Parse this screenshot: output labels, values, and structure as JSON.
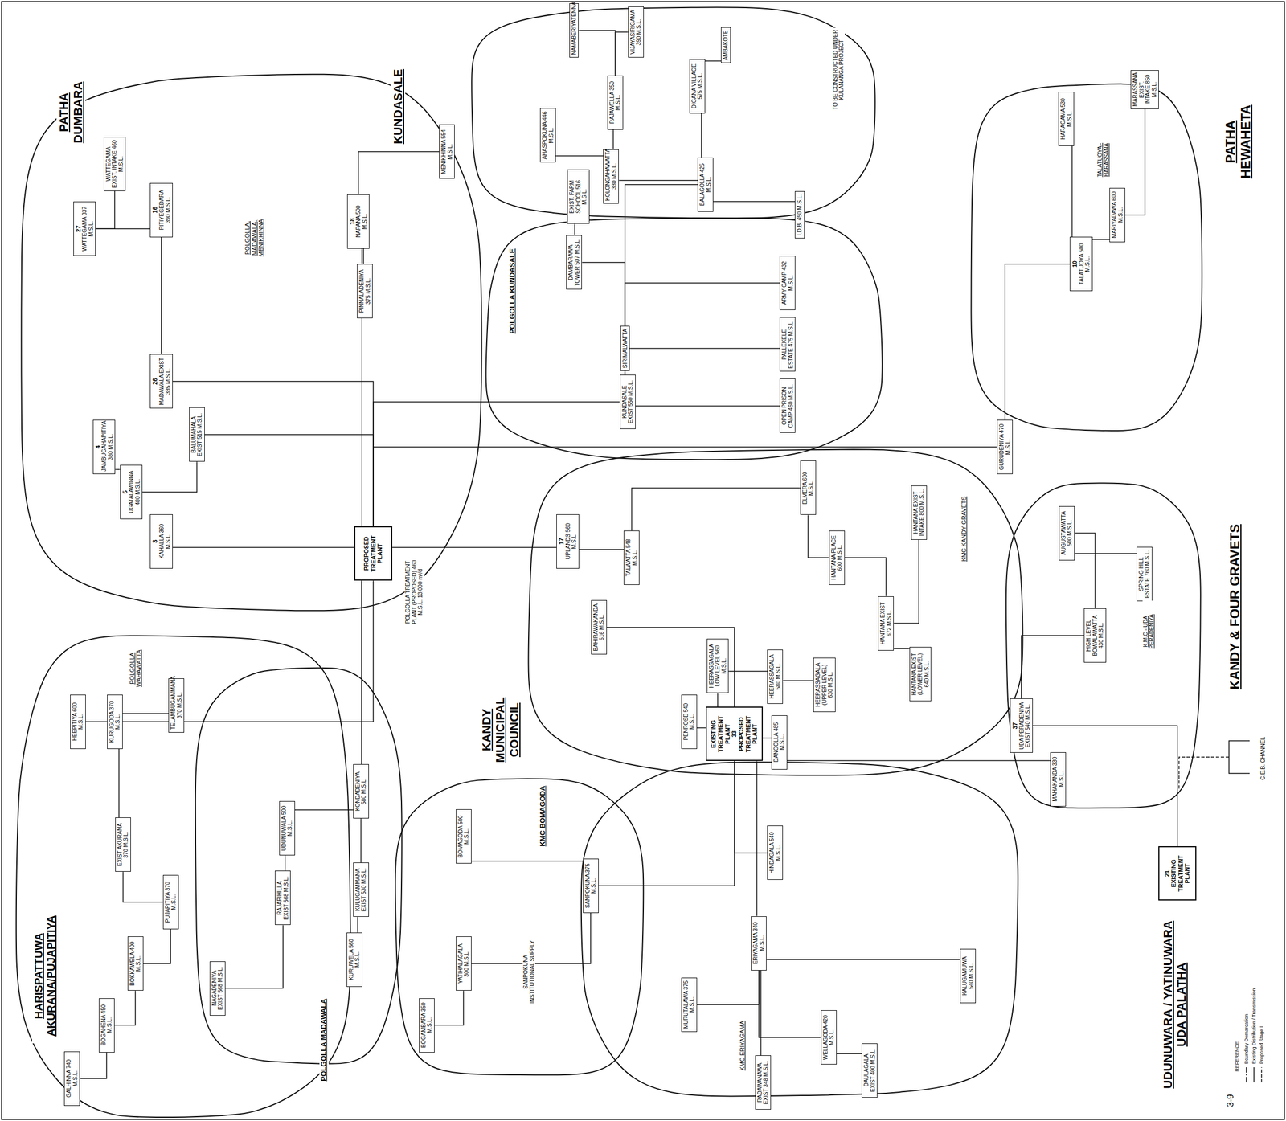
{
  "diagram": {
    "nodes": [
      {
        "text": [
          "PATHA DUMBARA"
        ]
      },
      {
        "text": [
          "27",
          "WATTEGAMA 337 M.S.L."
        ],
        "in": 0
      },
      {
        "text": [
          "WATTEGAMA EXIST. INTAKE 460 M.S.L."
        ],
        "in": 0
      },
      {
        "text": [
          "16",
          "PITIYEGEDARA 390 M.S.L."
        ],
        "in": 0
      },
      {
        "text": [
          "26",
          "MADAWALA EXIST 335 M.S.L."
        ],
        "in": 0
      },
      {
        "text": [
          "4",
          "JAMBUGAHAPITIYA 380 M.S.L."
        ],
        "in": 0
      },
      {
        "text": [
          "5",
          "UGATALAWINNA 480 M.S.L."
        ],
        "in": 0
      },
      {
        "text": [
          "BALUMAHALA EXIST 515 M.S.L."
        ],
        "in": 0
      },
      {
        "text": [
          "3",
          "KAHALLA 360 M.S.L."
        ],
        "in": 0
      },
      {
        "text": [
          "18",
          "NAPANA 500 M.S.L."
        ],
        "in": 0
      },
      {
        "text": [
          "PINNALADENIYA 375 M.S.L."
        ],
        "in": 0
      },
      {
        "text": [
          "MENIKHINNA 554 M.S.L."
        ],
        "in": 0
      },
      {
        "text": [
          "PROPOSED TREATMENT PLANT"
        ]
      },
      {
        "text": [
          "KUNDASALE"
        ]
      },
      {
        "text": [
          "NAMABERIYATENNA"
        ],
        "in": 13
      },
      {
        "text": [
          "VIJAYASIRIGAMA 390 M.S.L."
        ],
        "in": 13
      },
      {
        "text": [
          "RAJAWELLA 350 M.S.L."
        ],
        "in": 13
      },
      {
        "text": [
          "DIGANA VILLAGE 575 M.S.L."
        ],
        "in": 13
      },
      {
        "text": [
          "AMBAKOTE"
        ],
        "in": 13
      },
      {
        "text": [
          "AHASPOKUNA 446 M.S.L."
        ],
        "in": 13
      },
      {
        "text": [
          "KOLONGAHAWATTA 330 M.S.L."
        ],
        "in": 13
      },
      {
        "text": [
          "BALAGOLLA 425 M.S.L."
        ],
        "in": 13
      },
      {
        "text": [
          "I.D.B. 450 M.S.L."
        ],
        "in": 13
      },
      {
        "text": [
          "EXIST. FARM SCHOOL 516 M.S.L."
        ],
        "in": 13
      },
      {
        "text": [
          "POLGOLLA KUNDASALE"
        ]
      },
      {
        "text": [
          "DAMBARAWA TOWER 507 M.S.L."
        ],
        "in": 24
      },
      {
        "text": [
          "SIRIMALWATTA"
        ],
        "in": 24
      },
      {
        "text": [
          "KUNDASALE EXIST 550 M.S.L."
        ],
        "in": 24
      },
      {
        "text": [
          "ARMY CAMP 432 M.S.L."
        ],
        "in": 24
      },
      {
        "text": [
          "PALLEKELE ESTATE 475 M.S.L."
        ],
        "in": 24
      },
      {
        "text": [
          "OPEN PRISON CAMP 460 M.S.L."
        ],
        "in": 24
      },
      {
        "text": [
          "PATHA HEWAHETA"
        ]
      },
      {
        "text": [
          "HARAGAMA 530 M.S.L."
        ],
        "in": 31
      },
      {
        "text": [
          "MARASSANA EXIST. INTAKE 850 M.S.L."
        ],
        "in": 31
      },
      {
        "text": [
          "MARIYADAWA 600 M.S.L."
        ],
        "in": 31
      },
      {
        "text": [
          "10",
          "TALATUOYA 500 M.S.L."
        ],
        "in": 31
      },
      {
        "text": [
          "GURUDENIYA 470 M.S.L."
        ]
      },
      {
        "text": [
          "KANDY MUNICIPAL COUNCIL"
        ]
      },
      {
        "text": [
          "17",
          "UPLANDS 560 M.S.L."
        ],
        "in": 37
      },
      {
        "text": [
          "BAHIRAWAKANDA 616 M.S.L."
        ],
        "in": 37
      },
      {
        "text": [
          "TALWATTA 548 M.S.L."
        ],
        "in": 37
      },
      {
        "text": [
          "ELMERA 600 M.S.L."
        ],
        "in": 37
      },
      {
        "text": [
          "HANTANA PLACE 600 M.S.L."
        ],
        "in": 37
      },
      {
        "text": [
          "HANTANA EXIST INTAKE 800 M.S.L."
        ],
        "in": 37
      },
      {
        "text": [
          "HANTANA EXIST 672 M.S.L."
        ],
        "in": 37
      },
      {
        "text": [
          "HANTANA EXIST (LOWER LEVEL) 640 M.S.L."
        ],
        "in": 37
      },
      {
        "text": [
          "HEERASSAGALA (UPPER LEVEL) 630 M.S.L."
        ],
        "in": 37
      },
      {
        "text": [
          "HEERASSAGALA 580 M.S.L."
        ],
        "in": 37
      },
      {
        "text": [
          "HEERASSAGALA LOW LEVEL 560 M.S.L."
        ],
        "in": 37
      },
      {
        "text": [
          "PENROSE 540 M.S.L."
        ],
        "in": 37
      },
      {
        "text": [
          "EXISTING TREATMENT PLANT",
          "33",
          "PROPOSED TREATMENT PLANT"
        ],
        "in": 37
      },
      {
        "text": [
          "DANGOLLA 485 M.S.L."
        ],
        "in": 37
      },
      {
        "text": [
          "KANDY & FOUR GRAVETS"
        ]
      },
      {
        "text": [
          "AUGUSTAWATTA 500 M.S.L."
        ],
        "in": 52
      },
      {
        "text": [
          "SPRING HILL ESTATE 760 M.S.L."
        ],
        "in": 52
      },
      {
        "text": [
          "HIGH LEVEL BOWALAWATTA 430 M.S.L."
        ],
        "in": 52
      },
      {
        "text": [
          "37",
          "UDA PERADENIYA EXIST 540 M.S.L."
        ],
        "in": 52
      },
      {
        "text": [
          "MAHAKANDA 330 M.S.L."
        ],
        "in": 52
      },
      {
        "text": [
          "21",
          "EXISTING TREATMENT PLANT"
        ]
      },
      {
        "text": [
          "UDUNUWARA / YATINUWARA UDA PALATHA"
        ]
      },
      {
        "text": [
          "HINDAGALA 540 M.S.L."
        ],
        "in": 59
      },
      {
        "text": [
          "ERIYAGAMA 340 M.S.L."
        ],
        "in": 59
      },
      {
        "text": [
          "MURUTALAWA 375 M.S.L."
        ],
        "in": 59
      },
      {
        "text": [
          "RADAWANAWA EXIST 348 M.S.L."
        ],
        "in": 59
      },
      {
        "text": [
          "WELLAGODA 420 M.S.L."
        ],
        "in": 59
      },
      {
        "text": [
          "DAULAGALA EXIST 400 M.S.L."
        ],
        "in": 59
      },
      {
        "text": [
          "KALUGAMUWA 540 M.S.L."
        ],
        "in": 59
      },
      {
        "text": [
          "HARISPATTUWA AKURANA/PUJAPITIYA"
        ]
      },
      {
        "text": [
          "HEEPITIYA 600 M.S.L."
        ],
        "in": 67
      },
      {
        "text": [
          "KURUGODA 370 M.S.L."
        ],
        "in": 67
      },
      {
        "text": [
          "TELAMBUGAMMANA 370 M.S.L."
        ],
        "in": 67
      },
      {
        "text": [
          "EXIST AKURANA 370 M.S.L."
        ],
        "in": 67
      },
      {
        "text": [
          "PUJAPITIYA 370 M.S.L."
        ],
        "in": 67
      },
      {
        "text": [
          "BOKKAWELA 400 M.S.L."
        ],
        "in": 67
      },
      {
        "text": [
          "BOGAHENA 450 M.S.L."
        ],
        "in": 67
      },
      {
        "text": [
          "GALHINNA 740 M.S.L."
        ],
        "in": 67
      },
      {
        "text": [
          "POLGOLLA MADAWALA"
        ]
      },
      {
        "text": [
          "KONDADENIYA 580 M.S.L."
        ],
        "in": 76
      },
      {
        "text": [
          "UDUNUWALA 500 M.S.L."
        ],
        "in": 76
      },
      {
        "text": [
          "RAJAPIHILLA EXIST 568 M.S.L."
        ],
        "in": 76
      },
      {
        "text": [
          "KULUGAMMANA EXIST 530 M.S.L."
        ],
        "in": 76
      },
      {
        "text": [
          "KURUWELA 560 M.S.L."
        ],
        "in": 76
      },
      {
        "text": [
          "NAGADENIYA EXIST 568 M.S.L."
        ],
        "in": 76
      },
      {
        "text": [
          "KMC BOMAGODA"
        ]
      },
      {
        "text": [
          "BOMAGODA 500 M.S.L."
        ],
        "in": 83
      },
      {
        "text": [
          "SANPOKUNA 375 M.S.L."
        ],
        "in": 83
      },
      {
        "text": [
          "YATIHALAGALA 300 M.S.L."
        ],
        "in": 83
      },
      {
        "text": [
          "BOGAMBARA 350 M.S.L."
        ],
        "in": 83
      }
    ],
    "edges": [
      {
        "from": 12,
        "to": 4,
        "arrow": "none"
      },
      {
        "from": 4,
        "to": 3,
        "arrow": "none"
      },
      {
        "from": 4,
        "to": 1,
        "arrow": "none"
      },
      {
        "from": 2,
        "to": 1,
        "arrow": "none"
      },
      {
        "from": 12,
        "to": 9,
        "arrow": "none"
      },
      {
        "from": 9,
        "to": 11,
        "arrow": "none"
      },
      {
        "from": 9,
        "to": 10,
        "arrow": "none"
      },
      {
        "from": 12,
        "to": 7,
        "arrow": "none"
      },
      {
        "from": 7,
        "to": 6,
        "arrow": "none"
      },
      {
        "from": 6,
        "to": 5,
        "arrow": "none"
      },
      {
        "from": 12,
        "to": 8,
        "arrow": "none"
      },
      {
        "from": 12,
        "to": 36,
        "arrow": "none"
      },
      {
        "from": 12,
        "to": 27,
        "arrow": "none"
      },
      {
        "from": 27,
        "to": 26,
        "arrow": "none"
      },
      {
        "from": 26,
        "to": 25,
        "arrow": "none"
      },
      {
        "from": 25,
        "to": 23,
        "arrow": "none"
      },
      {
        "from": 26,
        "to": 28,
        "arrow": "none"
      },
      {
        "from": 26,
        "to": 29,
        "arrow": "none"
      },
      {
        "from": 26,
        "to": 30,
        "arrow": "none"
      },
      {
        "from": 26,
        "to": 21,
        "arrow": "none"
      },
      {
        "from": 21,
        "to": 20,
        "arrow": "none"
      },
      {
        "from": 20,
        "to": 19,
        "arrow": "none"
      },
      {
        "from": 20,
        "to": 16,
        "arrow": "none"
      },
      {
        "from": 16,
        "to": 14,
        "arrow": "none"
      },
      {
        "from": 16,
        "to": 15,
        "arrow": "none"
      },
      {
        "from": 21,
        "to": 17,
        "arrow": "none"
      },
      {
        "from": 17,
        "to": 18,
        "arrow": "none"
      },
      {
        "from": 21,
        "to": 22,
        "arrow": "none"
      },
      {
        "from": 36,
        "to": 35,
        "arrow": "none"
      },
      {
        "from": 35,
        "to": 32,
        "arrow": "none"
      },
      {
        "from": 35,
        "to": 34,
        "arrow": "none"
      },
      {
        "from": 33,
        "to": 34,
        "arrow": "none"
      },
      {
        "from": 12,
        "to": 38,
        "arrow": "none"
      },
      {
        "from": 38,
        "to": 40,
        "arrow": "none"
      },
      {
        "from": 40,
        "to": 41,
        "arrow": "none"
      },
      {
        "from": 41,
        "to": 42,
        "arrow": "none"
      },
      {
        "from": 43,
        "to": 44,
        "arrow": "none"
      },
      {
        "from": 44,
        "to": 42,
        "arrow": "none"
      },
      {
        "from": 44,
        "to": 45,
        "arrow": "none"
      },
      {
        "from": 50,
        "to": 39,
        "arrow": "none"
      },
      {
        "from": 50,
        "to": 48,
        "arrow": "none"
      },
      {
        "from": 48,
        "to": 47,
        "arrow": "none"
      },
      {
        "from": 47,
        "to": 46,
        "arrow": "none"
      },
      {
        "from": 50,
        "to": 49,
        "arrow": "none"
      },
      {
        "from": 50,
        "to": 51,
        "arrow": "none"
      },
      {
        "from": 51,
        "to": 57,
        "arrow": "none"
      },
      {
        "from": 58,
        "to": 56,
        "arrow": "none"
      },
      {
        "from": 56,
        "to": 55,
        "arrow": "none"
      },
      {
        "from": 55,
        "to": 53,
        "arrow": "none"
      },
      {
        "from": 53,
        "to": 54,
        "arrow": "none"
      },
      {
        "from": 50,
        "to": 60,
        "arrow": "none"
      },
      {
        "from": 50,
        "to": 61,
        "arrow": "none"
      },
      {
        "from": 61,
        "to": 62,
        "arrow": "none"
      },
      {
        "from": 61,
        "to": 63,
        "arrow": "none"
      },
      {
        "from": 61,
        "to": 64,
        "arrow": "none"
      },
      {
        "from": 64,
        "to": 65,
        "arrow": "none"
      },
      {
        "from": 61,
        "to": 66,
        "arrow": "none"
      },
      {
        "from": 50,
        "to": 85,
        "arrow": "none"
      },
      {
        "from": 85,
        "to": 84,
        "arrow": "none"
      },
      {
        "from": 85,
        "to": 86,
        "arrow": "none"
      },
      {
        "from": 86,
        "to": 87,
        "arrow": "none"
      },
      {
        "from": 12,
        "to": 77,
        "arrow": "none"
      },
      {
        "from": 77,
        "to": 80,
        "arrow": "none"
      },
      {
        "from": 80,
        "to": 81,
        "arrow": "none"
      },
      {
        "from": 77,
        "to": 78,
        "arrow": "none"
      },
      {
        "from": 78,
        "to": 79,
        "arrow": "none"
      },
      {
        "from": 79,
        "to": 82,
        "arrow": "none"
      },
      {
        "from": 12,
        "to": 69,
        "arrow": "none"
      },
      {
        "from": 69,
        "to": 68,
        "arrow": "none"
      },
      {
        "from": 69,
        "to": 70,
        "arrow": "none"
      },
      {
        "from": 69,
        "to": 71,
        "arrow": "none"
      },
      {
        "from": 71,
        "to": 72,
        "arrow": "none"
      },
      {
        "from": 72,
        "to": 73,
        "arrow": "none"
      },
      {
        "from": 73,
        "to": 74,
        "arrow": "none"
      },
      {
        "from": 74,
        "to": 75,
        "arrow": "none"
      }
    ],
    "labels": [
      "POLGOLLA TREATMENT PLANT (PROPOSED) 460 M.S.L. 13,000 m³/d",
      "POLGOLLA, MADAWALA, MENIKHINNA",
      "TO BE CONSTRUCTED UNDER KULANANGA PROJECT",
      "TALATUOYA - HARASSANA",
      "KMC KANDY GRAVETS",
      "K.M.C - UDA PERADENIYA",
      "C.E.B. CHANNEL",
      "KMC ERIYAGAMA",
      "POLGOLLA WAHAWATTA",
      "SANPOKUNA INSTITUTIONAL SUPPLY",
      "3-9",
      "REFERENCE"
    ],
    "legend": [
      {
        "text": "Boundary Demarcation"
      },
      {
        "text": "Existing Distribution / Transmission"
      },
      {
        "text": "Proposed Stage I"
      }
    ]
  }
}
